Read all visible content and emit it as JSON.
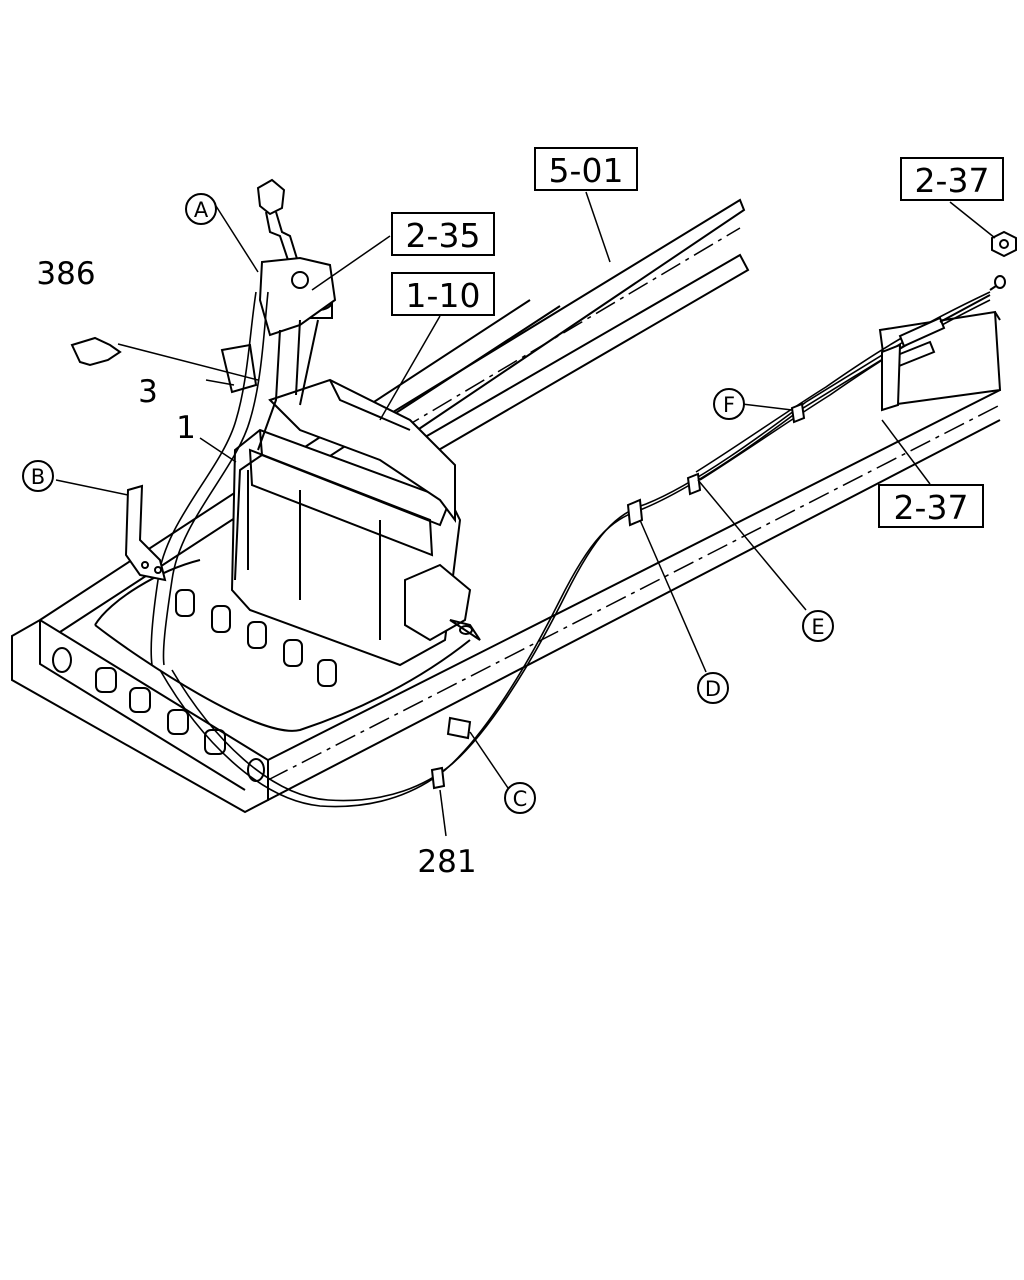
{
  "ref_boxes": {
    "frame": "5-01",
    "nut": "2-37",
    "lever": "2-35",
    "tank": "1-10",
    "bracket_rear": "2-37"
  },
  "part_numbers": {
    "clip_386": "386",
    "bracket_3": "3",
    "cable_1": "1",
    "clip_281": "281"
  },
  "detail_letters": {
    "a": "A",
    "b": "B",
    "c": "C",
    "d": "D",
    "e": "E",
    "f": "F"
  }
}
